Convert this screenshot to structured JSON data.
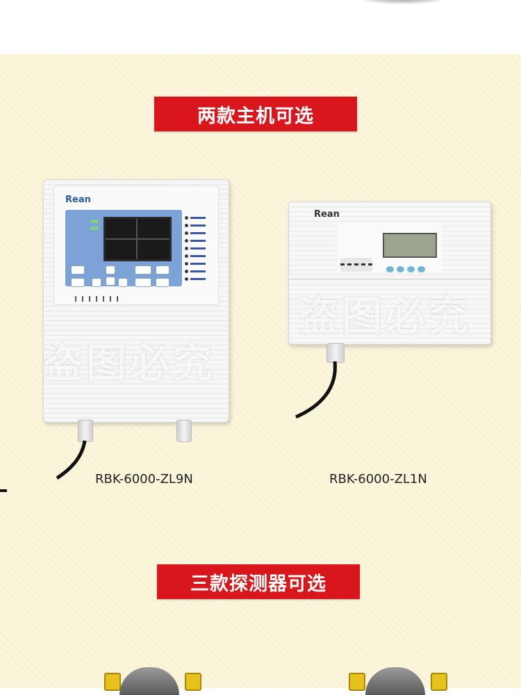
{
  "banners": {
    "hosts_title": "两款主机可选",
    "detectors_title": "三款探测器可选"
  },
  "products": [
    {
      "brand": "Rean",
      "model": "RBK-6000-ZL9N"
    },
    {
      "brand": "Rean",
      "model": "RBK-6000-ZL1N"
    }
  ],
  "watermark": "盗图必究",
  "colors": {
    "banner_red": "#d9161c",
    "background": "#fbf5dc",
    "panel_blue": "#7ca2d8"
  }
}
